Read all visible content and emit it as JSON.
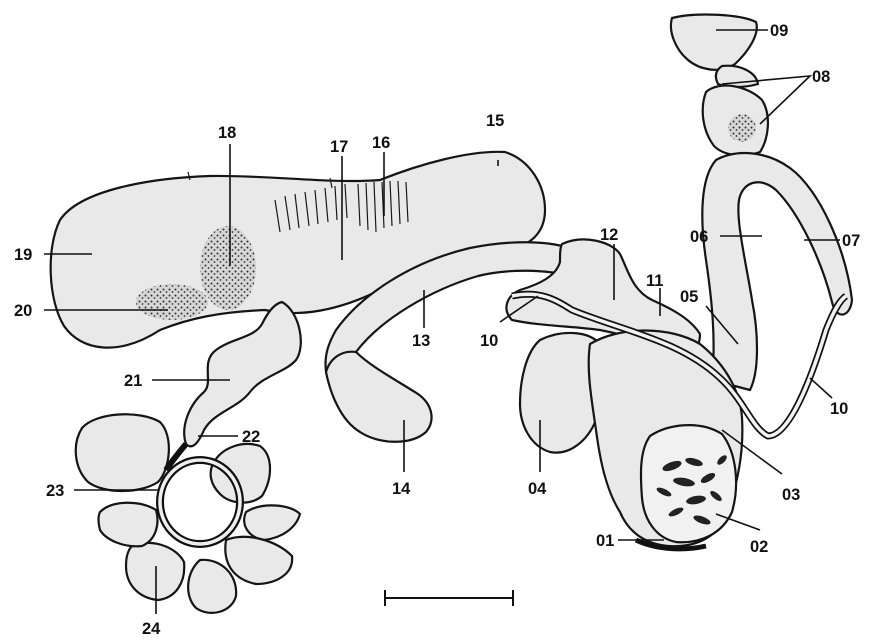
{
  "labels": {
    "l01": "01",
    "l02": "02",
    "l03": "03",
    "l04": "04",
    "l05": "05",
    "l06": "06",
    "l07": "07",
    "l08": "08",
    "l09": "09",
    "l10a": "10",
    "l10b": "10",
    "l11": "11",
    "l12": "12",
    "l13": "13",
    "l14": "14",
    "l15": "15",
    "l16": "16",
    "l17": "17",
    "l18": "18",
    "l19": "19",
    "l20": "20",
    "l21": "21",
    "l22": "22",
    "l23": "23",
    "l24": "24"
  }
}
